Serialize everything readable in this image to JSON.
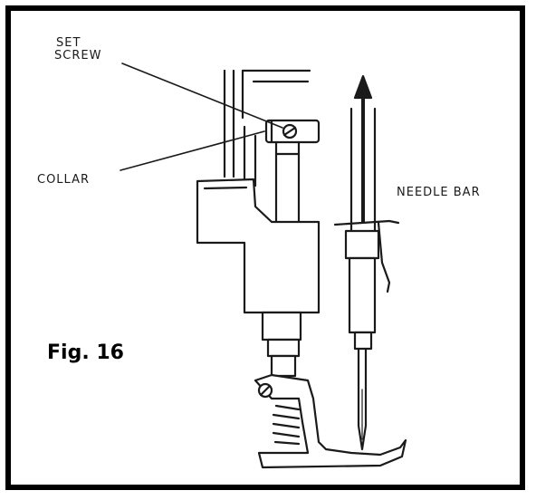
{
  "labels": {
    "set_screw_line1": "SET",
    "set_screw_line2": "SCREW",
    "collar": "COLLAR",
    "needle_bar": "NEEDLE BAR"
  },
  "figure_caption": "Fig. 16",
  "colors": {
    "border": "#000000",
    "ink": "#1a1a1a",
    "background": "#ffffff"
  }
}
